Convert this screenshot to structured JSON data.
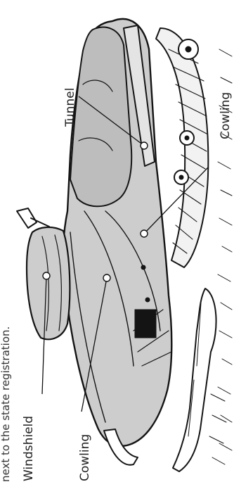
{
  "caption": "next to the state registration.",
  "labels": {
    "windshield": "Windshield",
    "cowling_left": "Cowling",
    "tunnel": "Tunnel",
    "cowling_right": "Cowling"
  },
  "colors": {
    "body_fill": "#cdcdcd",
    "ink": "#141414",
    "background": "#ffffff"
  }
}
